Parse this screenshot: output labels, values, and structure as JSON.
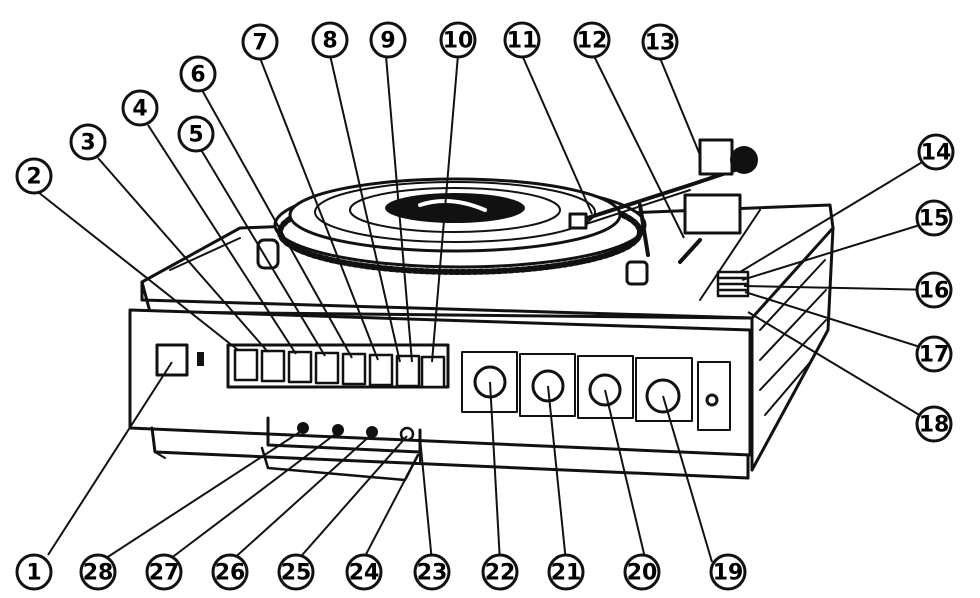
{
  "diagram": {
    "subject": "turntable",
    "callouts": [
      {
        "id": 1,
        "label": "1"
      },
      {
        "id": 2,
        "label": "2"
      },
      {
        "id": 3,
        "label": "3"
      },
      {
        "id": 4,
        "label": "4"
      },
      {
        "id": 5,
        "label": "5"
      },
      {
        "id": 6,
        "label": "6"
      },
      {
        "id": 7,
        "label": "7"
      },
      {
        "id": 8,
        "label": "8"
      },
      {
        "id": 9,
        "label": "9"
      },
      {
        "id": 10,
        "label": "10"
      },
      {
        "id": 11,
        "label": "11"
      },
      {
        "id": 12,
        "label": "12"
      },
      {
        "id": 13,
        "label": "13"
      },
      {
        "id": 14,
        "label": "14"
      },
      {
        "id": 15,
        "label": "15"
      },
      {
        "id": 16,
        "label": "16"
      },
      {
        "id": 17,
        "label": "17"
      },
      {
        "id": 18,
        "label": "18"
      },
      {
        "id": 19,
        "label": "19"
      },
      {
        "id": 20,
        "label": "20"
      },
      {
        "id": 21,
        "label": "21"
      },
      {
        "id": 22,
        "label": "22"
      },
      {
        "id": 23,
        "label": "23"
      },
      {
        "id": 24,
        "label": "24"
      },
      {
        "id": 25,
        "label": "25"
      },
      {
        "id": 26,
        "label": "26"
      },
      {
        "id": 27,
        "label": "27"
      },
      {
        "id": 28,
        "label": "28"
      }
    ]
  }
}
